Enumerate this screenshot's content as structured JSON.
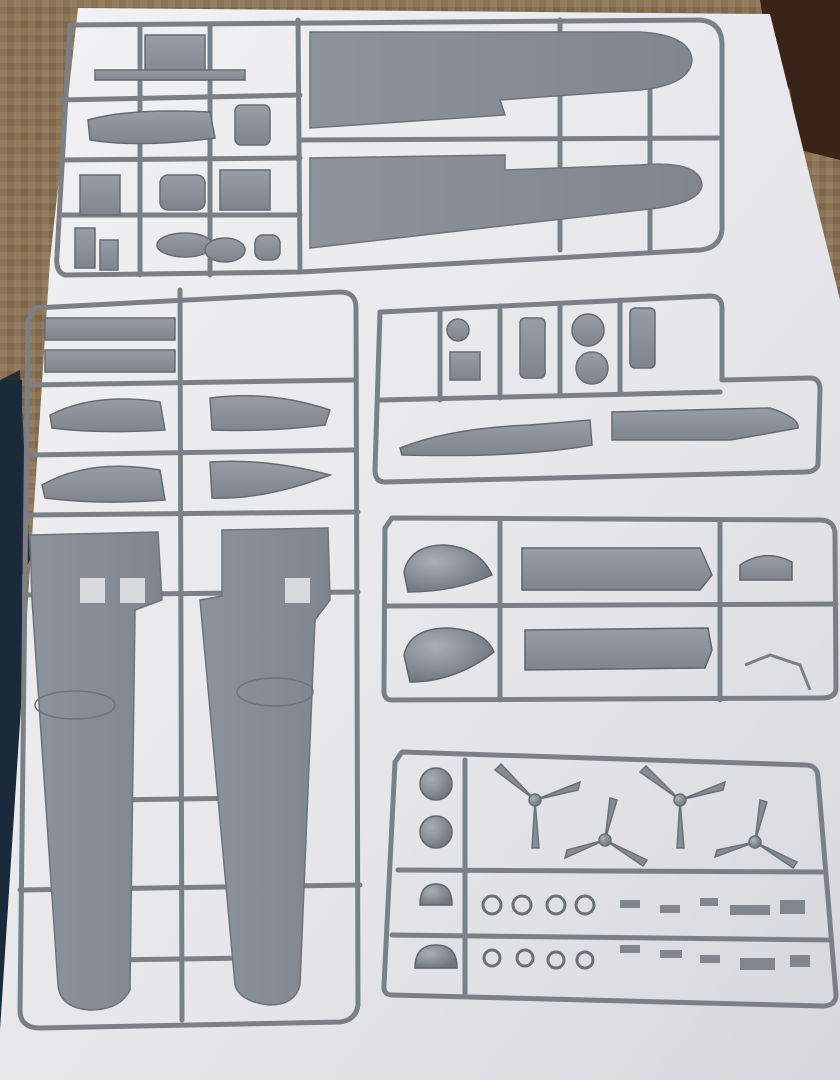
{
  "scene": {
    "subject": "plastic-model-kit-sprues",
    "sprue_color": "#8a9096",
    "sprue_shade": "#6c7278",
    "sprue_highlight": "#a4aab0",
    "paper_color": "#e9e9ec",
    "carpet_color": "#8b7355",
    "carpet_dark": "#3a2418",
    "shadow_color": "#1a2a3a",
    "sprue_frames": [
      "frame-fuselage-halves",
      "frame-wings",
      "frame-engine-nacelles",
      "frame-cowlings",
      "frame-propellers"
    ]
  }
}
